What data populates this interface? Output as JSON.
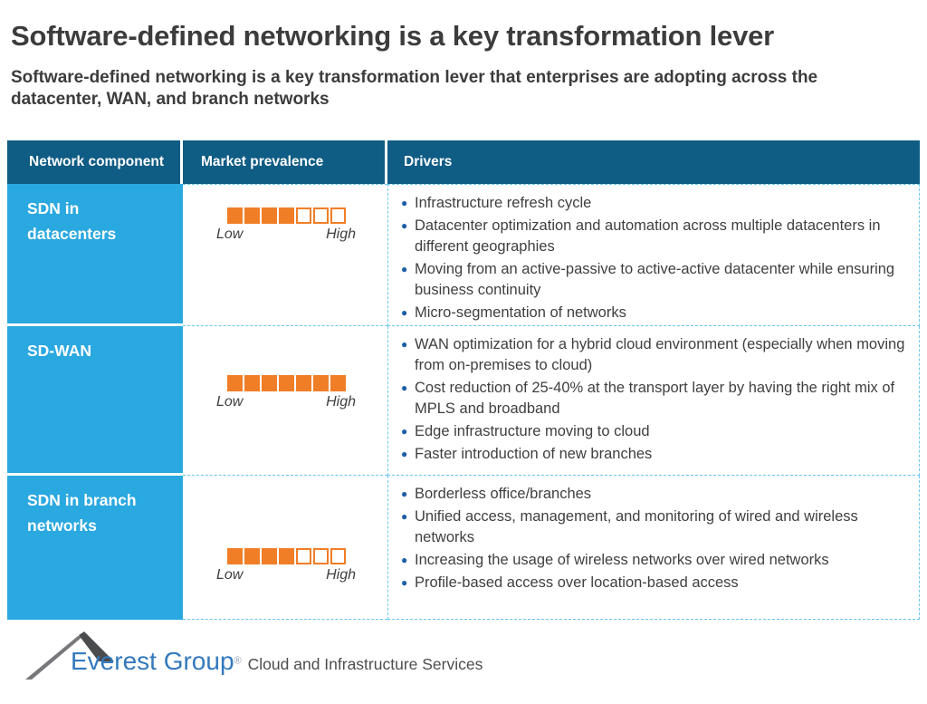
{
  "header": {
    "title": "Software-defined networking is a key transformation lever",
    "subtitle": "Software-defined networking is a key transformation lever that enterprises are adopting across the datacenter, WAN, and branch networks"
  },
  "table": {
    "columns": [
      "Network component",
      "Market prevalence",
      "Drivers"
    ],
    "scale": {
      "low": "Low",
      "high": "High",
      "total_squares": 7
    },
    "rows": [
      {
        "component": "SDN in datacenters",
        "prevalence_filled": 4,
        "drivers": [
          "Infrastructure refresh cycle",
          "Datacenter optimization and automation across multiple datacenters in different geographies",
          "Moving from an active-passive to active-active datacenter while ensuring business continuity",
          "Micro-segmentation of networks"
        ]
      },
      {
        "component": "SD-WAN",
        "prevalence_filled": 7,
        "drivers": [
          "WAN optimization for a hybrid cloud environment (especially when moving from on-premises to cloud)",
          "Cost reduction of 25-40% at the transport layer by having the right mix of MPLS and broadband",
          "Edge infrastructure moving to cloud",
          "Faster introduction of new branches"
        ]
      },
      {
        "component": "SDN in branch networks",
        "prevalence_filled": 4,
        "drivers": [
          "Borderless office/branches",
          "Unified access, management, and monitoring of wired and wireless networks",
          "Increasing the usage of wireless networks over wired networks",
          "Profile-based access over location-based access"
        ]
      }
    ]
  },
  "footer": {
    "logo_text": "Everest Group",
    "registered_mark": "®",
    "tagline": "Cloud and Infrastructure Services"
  },
  "colors": {
    "header_bg": "#0F5C84",
    "row_label_bg": "#2AA8E0",
    "accent_orange": "#F07E27",
    "dashed_border": "#6AC7F0",
    "bullet": "#1E5FA8",
    "logo_blue": "#3379BD"
  }
}
